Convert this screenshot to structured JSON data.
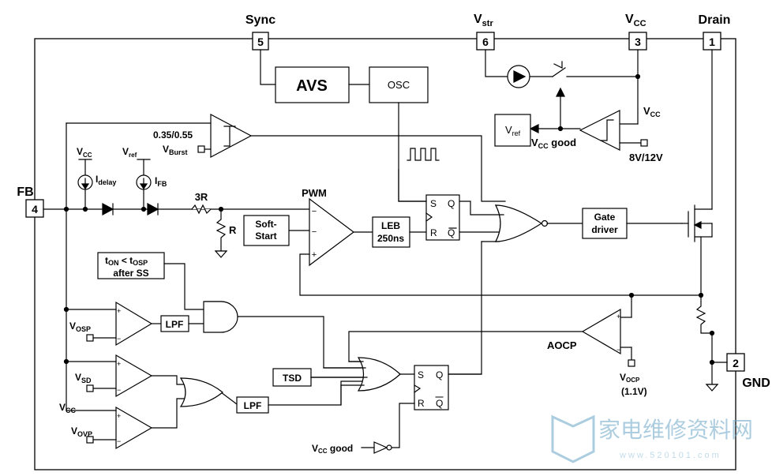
{
  "pins": {
    "sync": {
      "name": "Sync",
      "num": "5"
    },
    "vstr": {
      "name": "V",
      "sub": "str",
      "num": "6"
    },
    "vcc": {
      "name": "V",
      "sub": "CC",
      "num": "3"
    },
    "drain": {
      "name": "Drain",
      "num": "1"
    },
    "fb": {
      "name": "FB",
      "num": "4"
    },
    "gnd": {
      "name": "GND",
      "num": "2"
    }
  },
  "blocks": {
    "avs": "AVS",
    "osc": "OSC",
    "pwm": "PWM",
    "soft_start_1": "Soft-",
    "soft_start_2": "Start",
    "leb_1": "LEB",
    "leb_2": "250ns",
    "gate_driver_1": "Gate",
    "gate_driver_2": "driver",
    "lpf_upper": "LPF",
    "lpf_lower": "LPF",
    "tsd": "TSD",
    "vref_block": {
      "main": "V",
      "sub": "ref"
    },
    "ton_box_line2": "after SS"
  },
  "labels": {
    "burst_threshold": "0.35/0.55",
    "vburst": {
      "main": "V",
      "sub": "Burst"
    },
    "vcc_left": {
      "main": "V",
      "sub": "CC"
    },
    "vref_left": {
      "main": "V",
      "sub": "ref"
    },
    "idelay": {
      "main": "I",
      "sub": "delay"
    },
    "ifb": {
      "main": "I",
      "sub": "FB"
    },
    "r3": "3R",
    "r1": "R",
    "vcc_comp": {
      "main": "V",
      "sub": "CC"
    },
    "vcc_good": {
      "main": "V",
      "sub": "CC",
      "rest": " good"
    },
    "uvlo": "8V/12V",
    "aocp": "AOCP",
    "vocp": {
      "main": "V",
      "sub": "OCP"
    },
    "vocp_value": "(1.1V)",
    "vosp": {
      "main": "V",
      "sub": "OSP"
    },
    "vsd": {
      "main": "V",
      "sub": "SD"
    },
    "vcc_ovp": {
      "main": "V",
      "sub": "CC"
    },
    "vovp": {
      "main": "V",
      "sub": "OVP"
    },
    "vcc_good_bottom": {
      "main": "V",
      "sub": "CC",
      "rest": " good"
    },
    "ff_upper": {
      "s": "S",
      "r": "R",
      "q": "Q",
      "qbar": "Q"
    },
    "ff_lower": {
      "s": "S",
      "r": "R",
      "q": "Q",
      "qbar": "Q"
    },
    "ton_tosp": {
      "t1": "t",
      "s1": "ON",
      "mid": " < t",
      "s2": "OSP"
    }
  },
  "watermark": {
    "text": "家电维修资料网",
    "url": "www.520101.com"
  }
}
